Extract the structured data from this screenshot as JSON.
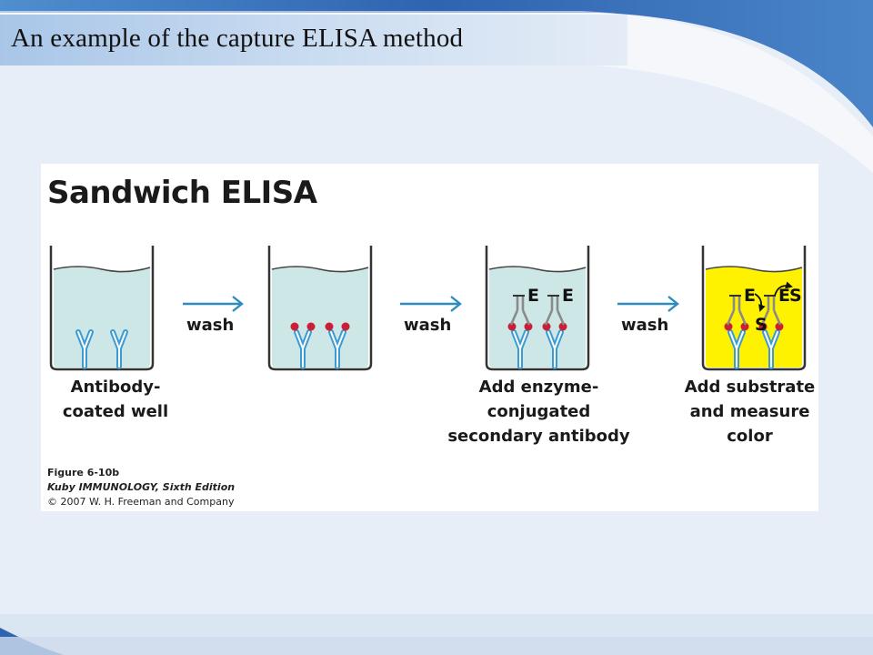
{
  "slide": {
    "title": "An example of the capture ELISA method"
  },
  "figure": {
    "title": "Sandwich ELISA",
    "arrow_label": "wash",
    "wells": [
      {
        "label_lines": [
          "Antibody-",
          "coated well"
        ],
        "fluid": "light blue"
      },
      {
        "label_lines": [],
        "fluid": "light blue"
      },
      {
        "label_lines": [
          "Add enzyme-",
          "conjugated",
          "secondary antibody"
        ],
        "fluid": "light blue"
      },
      {
        "label_lines": [
          "Add substrate",
          "and measure",
          "color"
        ],
        "fluid": "yellow"
      }
    ],
    "letters": {
      "enzyme": "E",
      "substrate": "S"
    },
    "caption": {
      "figure_number": "Figure 6-10b",
      "book": "Kuby IMMUNOLOGY, Sixth Edition",
      "copyright": "© 2007 W. H. Freeman and Company"
    }
  },
  "colors": {
    "fluid_blue": "#cde6e6",
    "fluid_yellow": "#fff200",
    "antibody_primary": "#3a9bd5",
    "antibody_secondary": "#8a8a8a",
    "antigen_red": "#cc1f36",
    "arrow_blue": "#2e8bc0"
  }
}
